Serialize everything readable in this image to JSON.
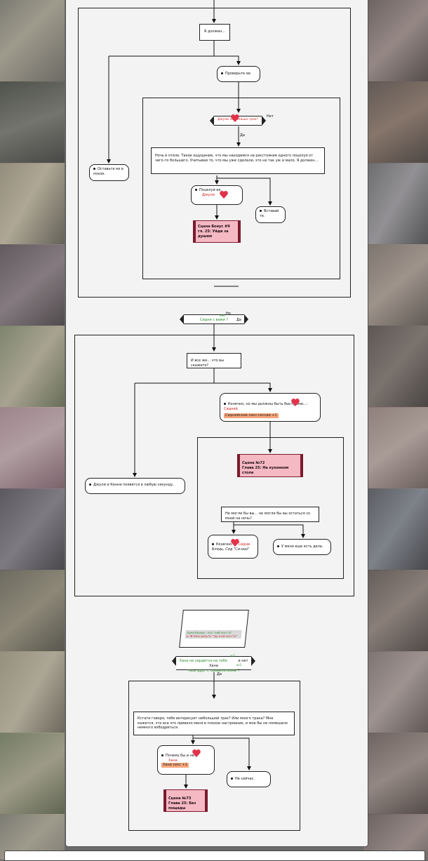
{
  "diagram": {
    "section1": {
      "top_node": "Я должен...",
      "check_node": "Проверьте ее.",
      "leave_node": "Оставьте ее в покое.",
      "condition": {
        "text": "Джули не меньше трах?",
        "no": "Нет",
        "yes": "Да"
      },
      "narration": "Ночь в отеле. Такое ощущение, что мы находимся на расстоянии одного поцелуя от чего-то большего. Учитывая то, что мы уже сделали, это не так уж и мало. Я должен...",
      "kiss_option": {
        "text": "Поцелуй ее.",
        "name": "Джули"
      },
      "get_up_option": "Вставай те.",
      "scene": {
        "line1": "Сцена Бонус #9",
        "line2": "гл. 25: Уйди за душем"
      }
    },
    "section2": {
      "condition": {
        "text": "Сидни с вами ?",
        "sup_no": "ноб",
        "no": "Но",
        "yes": "Да"
      },
      "question": "И все же... что вы скажете?",
      "jk_option": "Джули и Кенни появятся в любую секунду.",
      "yes_option": {
        "text": "Конечно, но мы должны быть быстрыми...:",
        "name": "Сидней",
        "tag": "Сиднейские секс-сессии +1"
      },
      "scene": {
        "line1": "Сцена №72",
        "line2": "Глава 25: На кухонном столе"
      },
      "stay_question": "Не могли бы вы... не могли бы вы остаться со мной на ночь?",
      "sure_option": {
        "text": "Конечно.",
        "name": "Сидни",
        "quote": "Блядь, Сид \"Си-ооо\""
      },
      "plans_option": "У меня еще есть дела."
    },
    "note": {
      "line1": "Хана Кошки - это \"ноб пост\"а\"",
      "line2": "и \"В Секс-ресу\"в \"\"ру в ей пост\"а\""
    },
    "section3": {
      "condition": {
        "text": "Хана не сердится на тебя",
        "sup1": "ас1",
        "extra": "и нет Хана",
        "text2": "твой друг с привилегиями ?",
        "sup2": "ас1",
        "yes": "Да"
      },
      "narration": "Кстати говоря, тебя интересует небольшой трах? Или много траха? Мне кажется, что все это привело меня в плохое настроение, и мне бы не помешало немного взбодриться.",
      "why_option": {
        "text": "Почему бы и нет?",
        "name": "Хана",
        "tag": "Хана секс +1"
      },
      "not_now_option": "Не сейчас.",
      "scene": {
        "line1": "Сцена №73",
        "line2": "Глава 25: Без пощады"
      }
    }
  },
  "colors": {
    "scene_fill": "#f5b9c3",
    "scene_border": "#7a1b2d",
    "character_name": "#d02020",
    "condition_text": "#2a8a2a",
    "stat_tag": "#f7a57a",
    "heart": "#e0334a"
  }
}
